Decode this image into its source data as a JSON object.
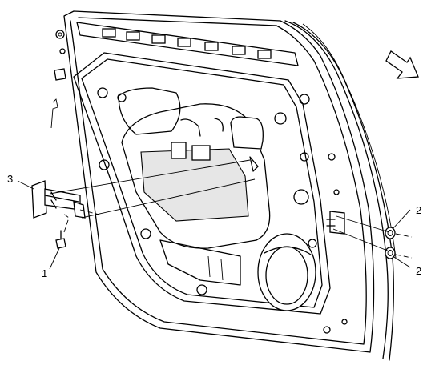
{
  "diagram": {
    "callouts": [
      {
        "id": "3",
        "label": "3"
      },
      {
        "id": "1",
        "label": "1"
      },
      {
        "id": "2a",
        "label": "2"
      },
      {
        "id": "2b",
        "label": "2"
      }
    ]
  }
}
